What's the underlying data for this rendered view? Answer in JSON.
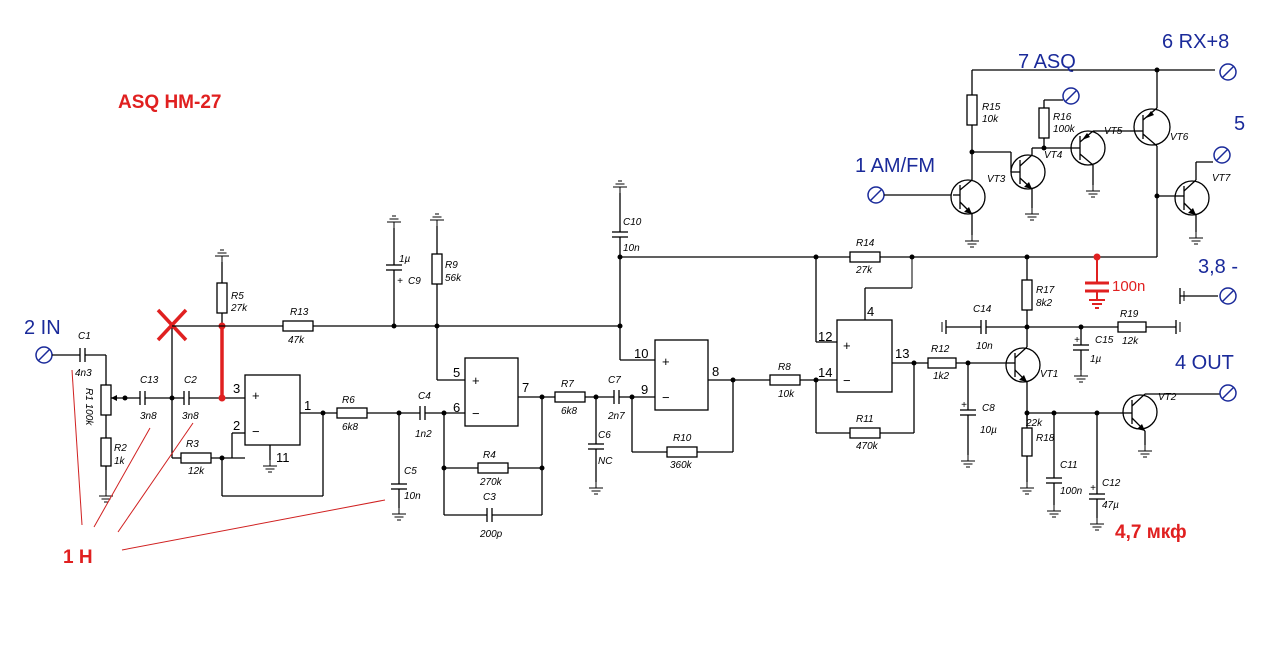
{
  "title": "ASQ HM-27",
  "terminals": {
    "t2": "2 IN",
    "t1": "1 AM/FM",
    "t7": "7 ASQ",
    "t6": "6 RX+8",
    "t5": "5",
    "t3": "3,8 -",
    "t4": "4 OUT"
  },
  "annotations": {
    "one_n": "1 Н",
    "c_100n": "100n",
    "c12_note": "4,7 мкф"
  },
  "components": {
    "C1": {
      "ref": "C1",
      "val": "4n3"
    },
    "R1": {
      "ref": "R1",
      "val": "100k"
    },
    "R2": {
      "ref": "R2",
      "val": "1k"
    },
    "C13": {
      "ref": "C13",
      "val": "3n8"
    },
    "C2": {
      "ref": "C2",
      "val": "3n8"
    },
    "R3": {
      "ref": "R3",
      "val": "12k"
    },
    "R5": {
      "ref": "R5",
      "val": "27k"
    },
    "R13": {
      "ref": "R13",
      "val": "47k"
    },
    "R6": {
      "ref": "R6",
      "val": "6k8"
    },
    "C4": {
      "ref": "C4",
      "val": "1n2"
    },
    "C5": {
      "ref": "C5",
      "val": "10n"
    },
    "C9": {
      "ref": "C9",
      "val": "1µ"
    },
    "R9": {
      "ref": "R9",
      "val": "56k"
    },
    "R4": {
      "ref": "R4",
      "val": "270k"
    },
    "C3": {
      "ref": "C3",
      "val": "200p"
    },
    "R7": {
      "ref": "R7",
      "val": "6k8"
    },
    "C7": {
      "ref": "C7",
      "val": "2n7"
    },
    "C6": {
      "ref": "C6",
      "val": "NC"
    },
    "C10": {
      "ref": "C10",
      "val": "10n"
    },
    "R10": {
      "ref": "R10",
      "val": "360k"
    },
    "R8": {
      "ref": "R8",
      "val": "10k"
    },
    "R14": {
      "ref": "R14",
      "val": "27k"
    },
    "R11": {
      "ref": "R11",
      "val": "470k"
    },
    "R12": {
      "ref": "R12",
      "val": "1k2"
    },
    "C8": {
      "ref": "C8",
      "val": "10µ"
    },
    "R17": {
      "ref": "R17",
      "val": "8k2"
    },
    "C14": {
      "ref": "C14",
      "val": "10n"
    },
    "C15": {
      "ref": "C15",
      "val": "1µ"
    },
    "R19": {
      "ref": "R19",
      "val": "12k"
    },
    "R18": {
      "ref": "R18",
      "val": "22k"
    },
    "C11": {
      "ref": "C11",
      "val": "100n"
    },
    "C12": {
      "ref": "C12",
      "val": "47µ"
    },
    "R15": {
      "ref": "R15",
      "val": "10k"
    },
    "R16": {
      "ref": "R16",
      "val": "100k"
    }
  },
  "transistors": {
    "VT1": "VT1",
    "VT2": "VT2",
    "VT3": "VT3",
    "VT4": "VT4",
    "VT5": "VT5",
    "VT6": "VT6",
    "VT7": "VT7"
  },
  "pins": {
    "p3": "3",
    "p2": "2",
    "p1": "1",
    "p11": "11",
    "p5": "5",
    "p6": "6",
    "p7": "7",
    "p10": "10",
    "p9": "9",
    "p8": "8",
    "p12": "12",
    "p14": "14",
    "p4": "4",
    "p13": "13"
  },
  "signs": {
    "plus": "+",
    "minus": "−"
  }
}
